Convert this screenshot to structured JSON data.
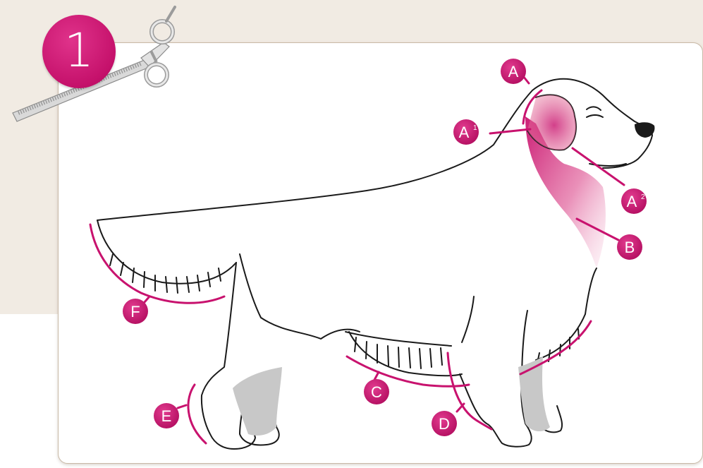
{
  "step_number": "1",
  "colors": {
    "accent": "#c8126e",
    "beige": "#f1ebe3",
    "card_border": "#c9b9a6",
    "leg_shading": "#c8c8c8"
  },
  "icons": [
    "thinning-scissors-icon"
  ],
  "markers": [
    {
      "id": "A",
      "label": "A",
      "sup": ""
    },
    {
      "id": "A1",
      "label": "A",
      "sup": "1"
    },
    {
      "id": "A2",
      "label": "A",
      "sup": "2"
    },
    {
      "id": "B",
      "label": "B",
      "sup": ""
    },
    {
      "id": "C",
      "label": "C",
      "sup": ""
    },
    {
      "id": "D",
      "label": "D",
      "sup": ""
    },
    {
      "id": "E",
      "label": "E",
      "sup": ""
    },
    {
      "id": "F",
      "label": "F",
      "sup": ""
    }
  ]
}
